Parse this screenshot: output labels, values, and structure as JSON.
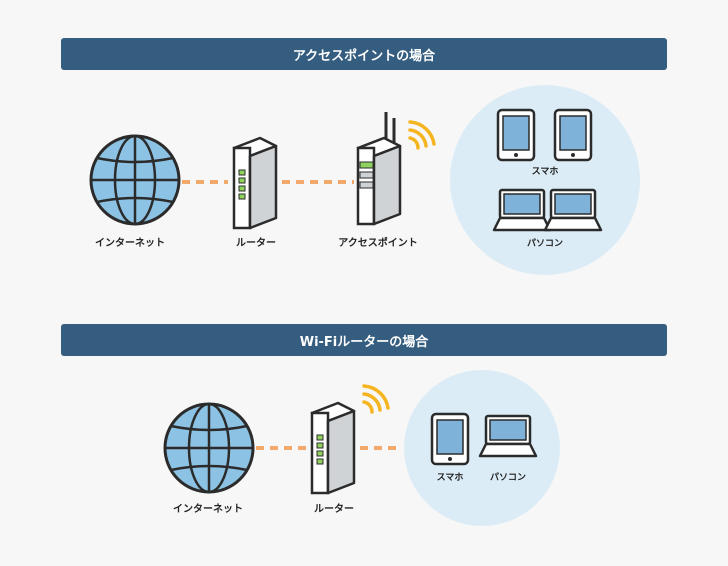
{
  "sections": [
    {
      "title": "アクセスポイントの場合",
      "nodes": {
        "internet": "インターネット",
        "router": "ルーター",
        "access_point": "アクセスポイント"
      },
      "devices": {
        "phones": "スマホ",
        "pcs": "パソコン"
      }
    },
    {
      "title": "Wi-Fiルーターの場合",
      "nodes": {
        "internet": "インターネット",
        "router": "ルーター"
      },
      "devices": {
        "phones": "スマホ",
        "pcs": "パソコン"
      }
    }
  ],
  "colors": {
    "banner": "#345d7f",
    "globe": "#8cc3e4",
    "link": "#f2a96b",
    "wifi": "#f5b521",
    "cloud": "#dcecf6",
    "screen": "#7fb2d9"
  }
}
